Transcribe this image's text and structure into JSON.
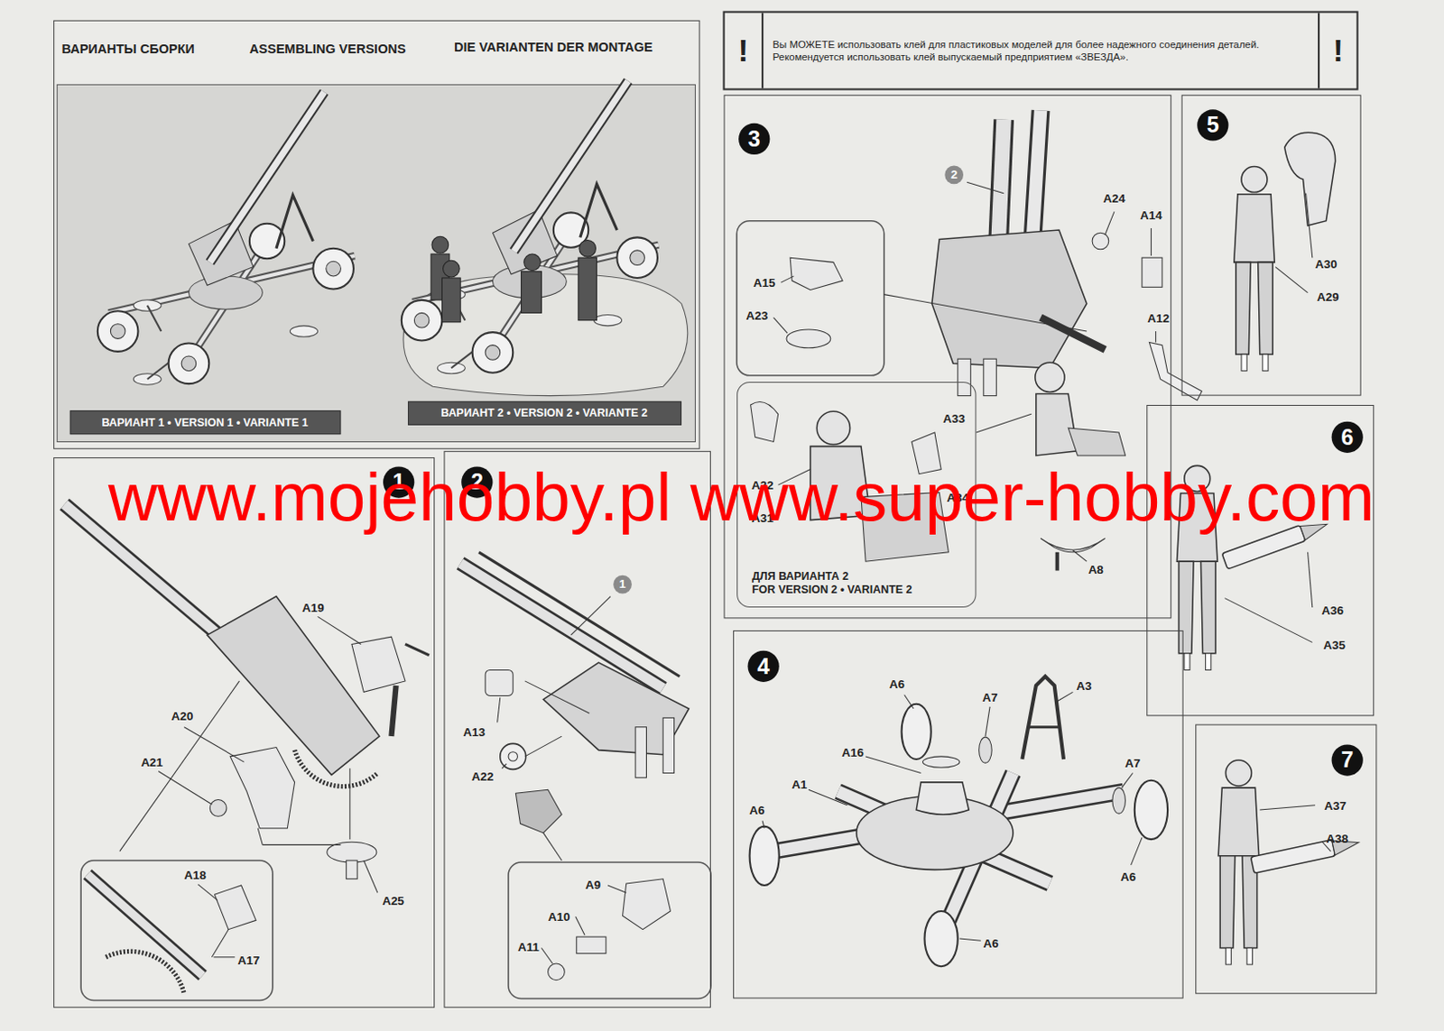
{
  "diagram": {
    "nodes": [
      {
        "text": [
          "ВАРИАНТЫ СБОРКИ",
          "ASSEMBLING VERSIONS",
          "DIE VARIANTEN DER MONTAGE"
        ]
      },
      {
        "text": [
          "ВАРИАНТ 1 • VERSION 1 • VARIANTE 1"
        ],
        "in": 0
      },
      {
        "text": [
          "ВАРИАНТ 2 • VERSION 2 • VARIANTE 2"
        ],
        "in": 0
      },
      {
        "text": [
          "!",
          "Вы МОЖЕТЕ использовать клей для пластиковых моделей для более надежного соединения деталей.",
          "Рекомендуется использовать клей выпускаемый предприятием «ЗВЕЗДА».",
          "!"
        ]
      },
      {
        "text": [
          "1"
        ]
      },
      {
        "text": [
          "2"
        ]
      },
      {
        "text": [
          "3"
        ]
      },
      {
        "text": [
          "ДЛЯ ВАРИАНТА 2",
          "FOR VERSION 2 • VARIANTE 2"
        ],
        "in": 6
      },
      {
        "text": [
          "4"
        ]
      },
      {
        "text": [
          "5"
        ]
      },
      {
        "text": [
          "6"
        ]
      },
      {
        "text": [
          "7"
        ]
      }
    ],
    "labels": [
      "www.mojehobby.pl www.super-hobby.com",
      "A19",
      "A20",
      "A21",
      "A25",
      "A18",
      "A17",
      "1",
      "A13",
      "A22",
      "A9",
      "A10",
      "A11",
      "2",
      "A24",
      "A14",
      "A15",
      "A23",
      "A12",
      "A33",
      "A32",
      "A31",
      "A34",
      "A8",
      "A6",
      "A7",
      "A3",
      "A16",
      "A1",
      "A7",
      "A6",
      "A6",
      "A6",
      "A30",
      "A29",
      "A36",
      "A35",
      "A37",
      "A38"
    ]
  }
}
